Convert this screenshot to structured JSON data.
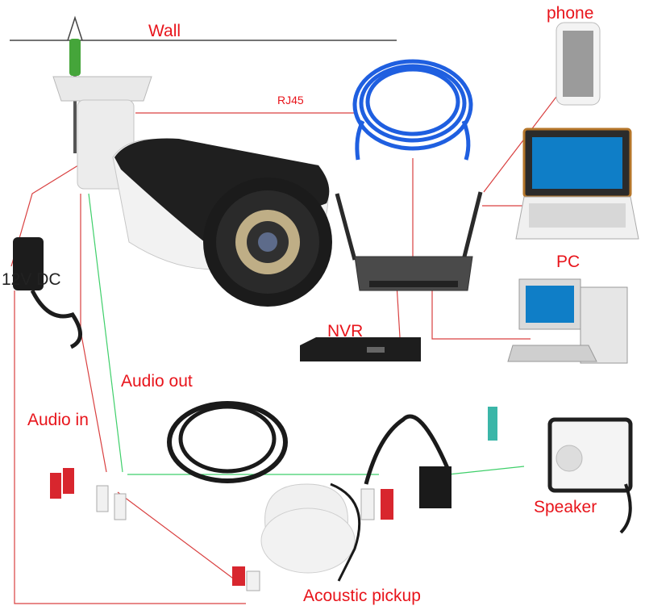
{
  "labels": {
    "wall": "Wall",
    "rj45": "RJ45",
    "phone": "phone",
    "pc": "PC",
    "power": "12V DC",
    "nvr": "NVR",
    "audio_out": "Audio out",
    "audio_in": "Audio in",
    "speaker": "Speaker",
    "pickup": "Acoustic pickup"
  },
  "colors": {
    "label": "#e8141b",
    "wire_red": "#d94040",
    "wire_green": "#3fcf6a",
    "cable_blue": "#1f5fe0"
  }
}
